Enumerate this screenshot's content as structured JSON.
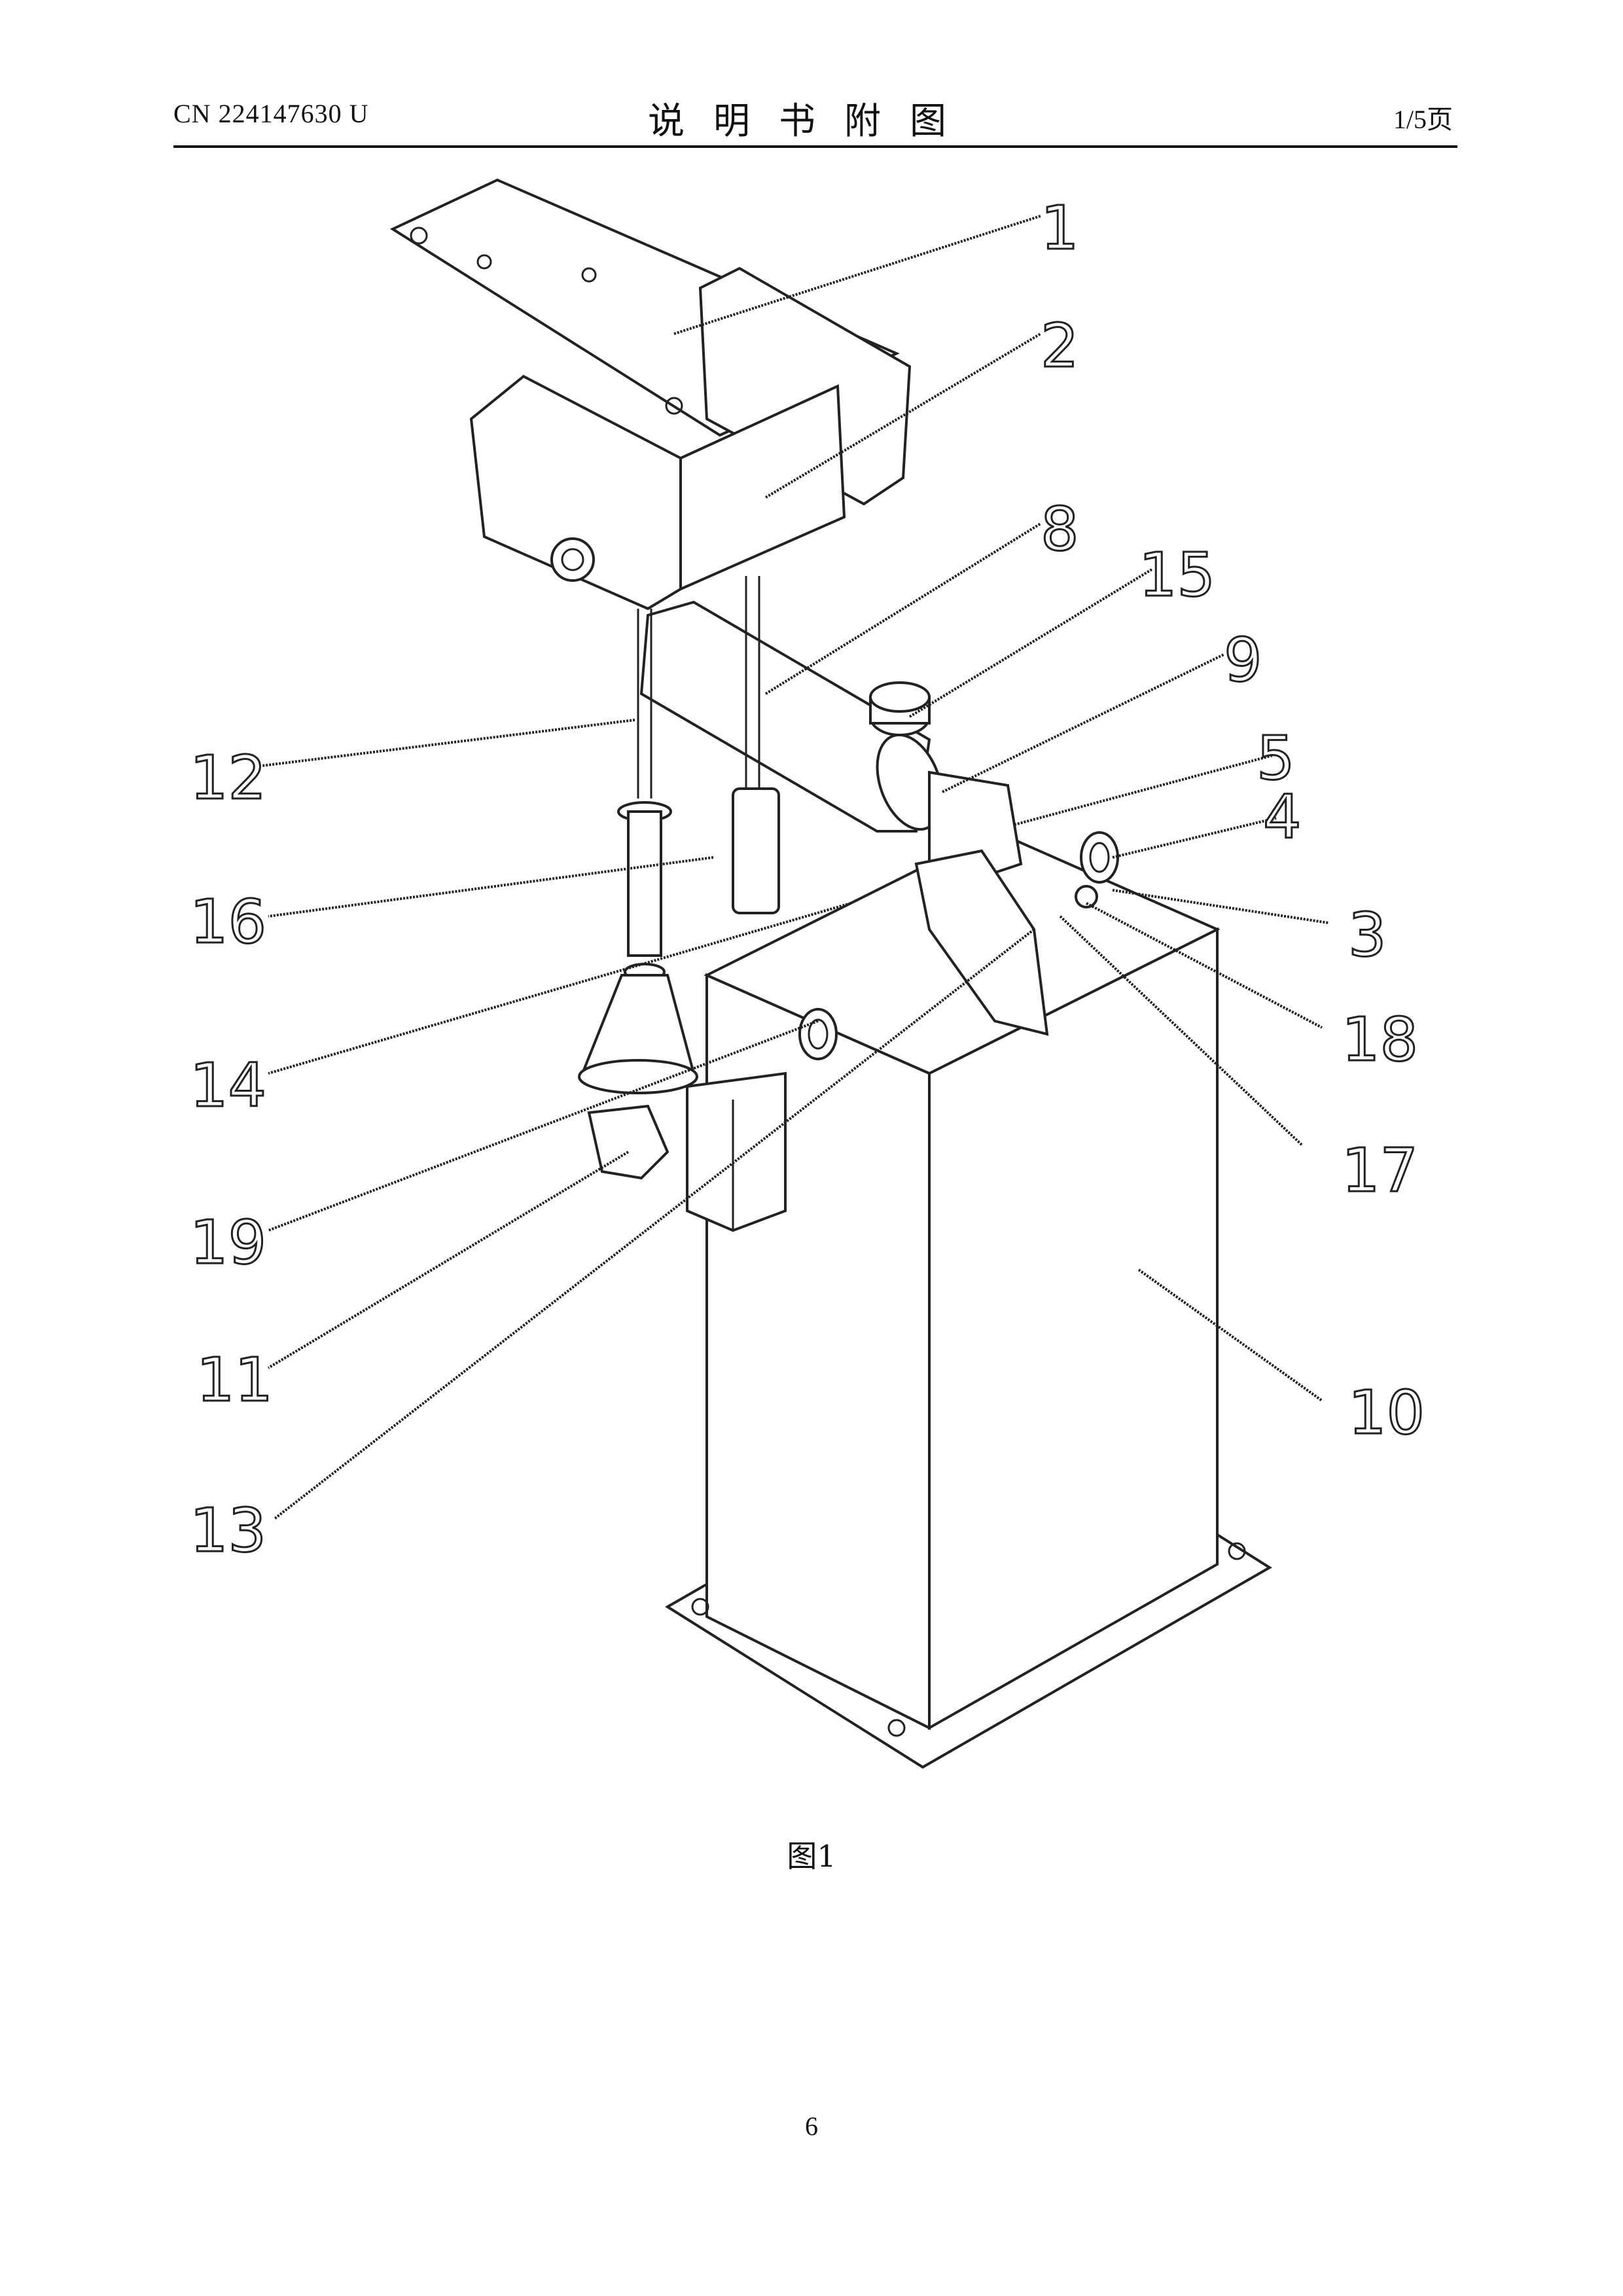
{
  "header": {
    "patent_number": "CN 224147630 U",
    "title": "说明书附图",
    "page_of": "1/5页"
  },
  "figure": {
    "caption": "图1",
    "reference_numerals": [
      "1",
      "2",
      "8",
      "15",
      "9",
      "5",
      "4",
      "3",
      "18",
      "17",
      "10",
      "12",
      "16",
      "14",
      "19",
      "11",
      "13"
    ]
  },
  "footer": {
    "page_number": "6"
  }
}
